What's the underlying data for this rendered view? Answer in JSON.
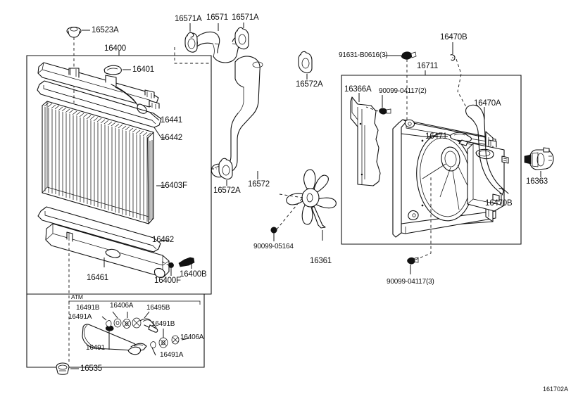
{
  "diagram": {
    "id_code": "161702A",
    "group_boxes": [
      {
        "name": "radiator-assembly-box",
        "label": "16400"
      },
      {
        "name": "atm-oil-cooler-box",
        "label": "ATM"
      },
      {
        "name": "fan-shroud-assembly-box",
        "label": "16711"
      }
    ]
  },
  "labels": {
    "cap_16523A": "16523A",
    "radiator_16400": "16400",
    "cap_16401": "16401",
    "tank_upper_16441": "16441",
    "gasket_16442": "16442",
    "core_16403F": "16403F",
    "gasket_16462": "16462",
    "tank_lower_16461": "16461",
    "drain_16400F": "16400F",
    "cock_16400B": "16400B",
    "atm_box": "ATM",
    "nut_16491B_a": "16491B",
    "washer_16406A_a": "16406A",
    "union_16495B": "16495B",
    "oring_16491A_a": "16491A",
    "pipe_16491": "16491",
    "nut_16491B_b": "16491B",
    "washer_16406A_b": "16406A",
    "oring_16491A_b": "16491A",
    "plug_16535": "16535",
    "clamp_16571A_left": "16571A",
    "hose_16571": "16571",
    "clamp_16571A_right": "16571A",
    "clamp_16572A_top": "16572A",
    "hose_16572": "16572",
    "clamp_16572A_bottom": "16572A",
    "bolt_91631": "91631-B0616(3)",
    "shroud_16711": "16711",
    "clip_16470B_top": "16470B",
    "bracket_16366A": "16366A",
    "bolt_90099_04117_2": "90099-04117(2)",
    "hose_16470A": "16470A",
    "cap_16471": "16471",
    "clip_16470B_bottom": "16470B",
    "switch_16363": "16363",
    "nut_90099_05164": "90099-05164",
    "fan_16361": "16361",
    "bolt_90099_04117_3": "90099-04117(3)"
  },
  "colors": {
    "line": "#111111",
    "background": "#ffffff"
  },
  "icons": {
    "radiator_cap": "cap-icon",
    "drain_plug": "plug-icon",
    "fan_blade": "fan-icon",
    "hose": "hose-icon",
    "clamp": "clamp-icon",
    "bolt": "bolt-icon",
    "washer": "washer-icon",
    "thermo_switch": "switch-icon"
  }
}
